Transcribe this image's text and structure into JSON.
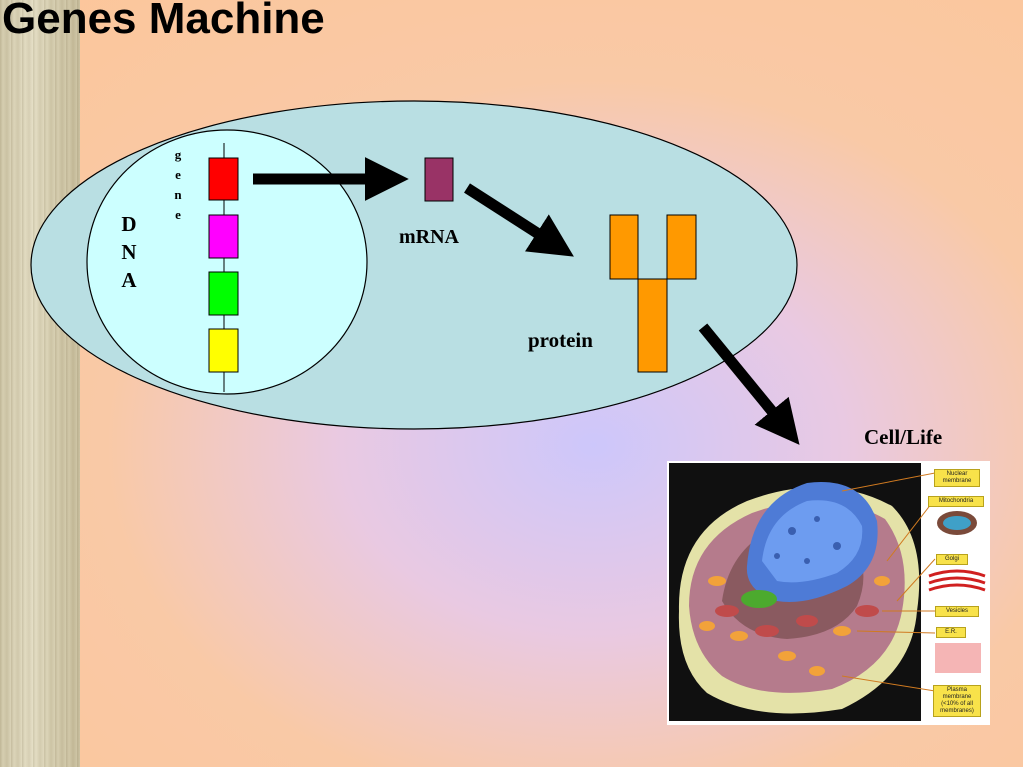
{
  "title": "Genes Machine",
  "labels": {
    "gene": "gene",
    "dna": "DNA",
    "mrna": "mRNA",
    "protein": "protein",
    "cell": "Cell/Life"
  },
  "cell_callouts": [
    "Nuclear membrane",
    "Mitochondria",
    "Golgi",
    "Vesicles",
    "E.R.",
    "Plasma membrane (<10% of all membranes)"
  ],
  "colors": {
    "gene_segments": [
      "#ff0000",
      "#ff00ff",
      "#00ff00",
      "#ffff00"
    ],
    "mrna": "#993366",
    "protein": "#ff9900",
    "cell_ellipse": "#b9dfe3",
    "nucleus_ellipse": "#ccffff",
    "arrow": "#000000"
  }
}
